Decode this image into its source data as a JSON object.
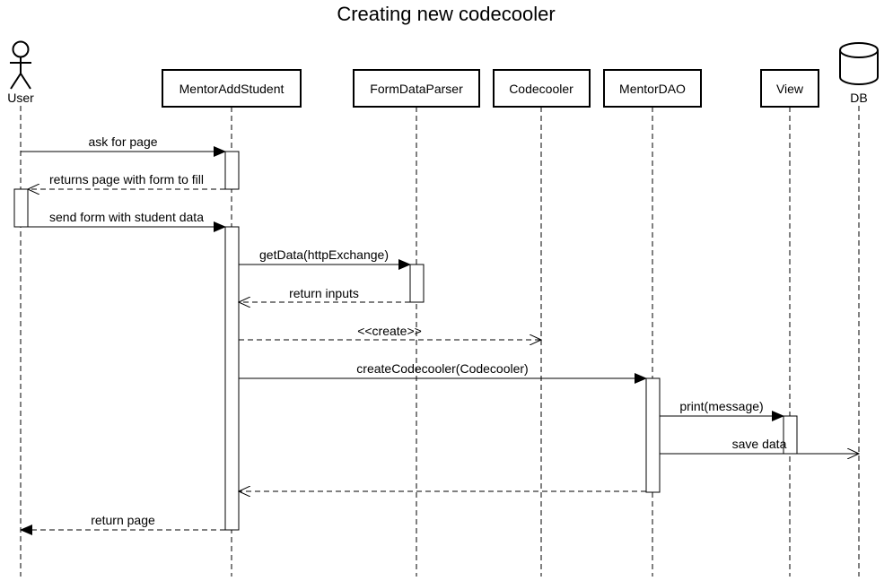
{
  "diagram": {
    "title": "Creating new codecooler",
    "participants": [
      {
        "id": "user",
        "label": "User",
        "kind": "actor"
      },
      {
        "id": "mentor_add_student",
        "label": "MentorAddStudent",
        "kind": "box"
      },
      {
        "id": "form_data_parser",
        "label": "FormDataParser",
        "kind": "box"
      },
      {
        "id": "codecooler",
        "label": "Codecooler",
        "kind": "box"
      },
      {
        "id": "mentor_dao",
        "label": "MentorDAO",
        "kind": "box"
      },
      {
        "id": "view",
        "label": "View",
        "kind": "box"
      },
      {
        "id": "db",
        "label": "DB",
        "kind": "database"
      }
    ],
    "messages": [
      {
        "id": "m1",
        "from": "user",
        "to": "mentor_add_student",
        "label": "ask for page",
        "style": "sync"
      },
      {
        "id": "m2",
        "from": "mentor_add_student",
        "to": "user",
        "label": "returns page with form to fill",
        "style": "return"
      },
      {
        "id": "m3",
        "from": "user",
        "to": "mentor_add_student",
        "label": "send form with student data",
        "style": "sync"
      },
      {
        "id": "m4",
        "from": "mentor_add_student",
        "to": "form_data_parser",
        "label": "getData(httpExchange)",
        "style": "sync"
      },
      {
        "id": "m5",
        "from": "form_data_parser",
        "to": "mentor_add_student",
        "label": "return inputs",
        "style": "return"
      },
      {
        "id": "m6",
        "from": "mentor_add_student",
        "to": "codecooler",
        "label": "<<create>>",
        "style": "create"
      },
      {
        "id": "m7",
        "from": "mentor_add_student",
        "to": "mentor_dao",
        "label": "createCodecooler(Codecooler)",
        "style": "sync"
      },
      {
        "id": "m8",
        "from": "mentor_dao",
        "to": "view",
        "label": "print(message)",
        "style": "sync"
      },
      {
        "id": "m9",
        "from": "mentor_dao",
        "to": "db",
        "label": "save data",
        "style": "async"
      },
      {
        "id": "m10",
        "from": "mentor_dao",
        "to": "mentor_add_student",
        "label": "",
        "style": "return"
      },
      {
        "id": "m11",
        "from": "mentor_add_student",
        "to": "user",
        "label": "return page",
        "style": "return-filled"
      }
    ],
    "colors": {
      "stroke": "#000000",
      "background": "#ffffff"
    }
  }
}
